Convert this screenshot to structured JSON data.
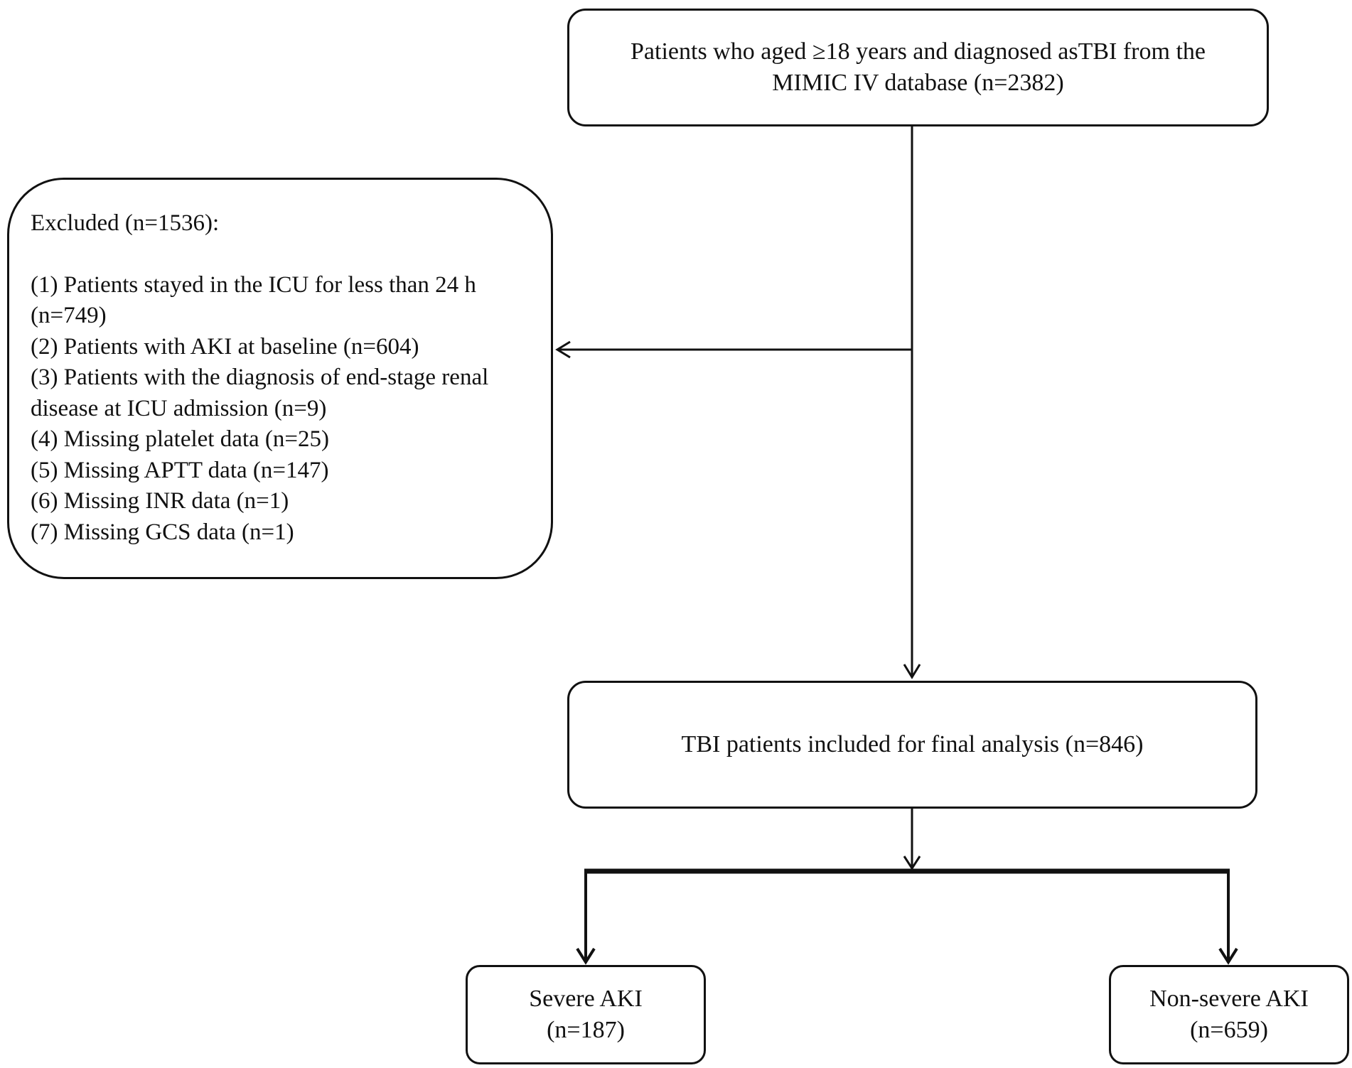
{
  "flowchart": {
    "source": {
      "line1": "Patients who aged ≥18 years and diagnosed asTBI from the",
      "line2": "MIMIC IV database (n=2382)"
    },
    "excluded": {
      "heading": "Excluded (n=1536):",
      "lines": [
        "(1) Patients stayed in the ICU for less than 24 h",
        "(n=749)",
        "(2) Patients with AKI at baseline (n=604)",
        "(3) Patients with the diagnosis of end-stage renal",
        "disease at ICU admission (n=9)",
        "(4) Missing platelet data (n=25)",
        "(5) Missing APTT data (n=147)",
        "(6) Missing INR data (n=1)",
        "(7) Missing GCS data (n=1)"
      ]
    },
    "final": {
      "label": "TBI patients included for final analysis (n=846)"
    },
    "severe": {
      "line1": "Severe AKI",
      "line2": "(n=187)"
    },
    "nonsevere": {
      "line1": "Non-severe AKI",
      "line2": "(n=659)"
    }
  }
}
